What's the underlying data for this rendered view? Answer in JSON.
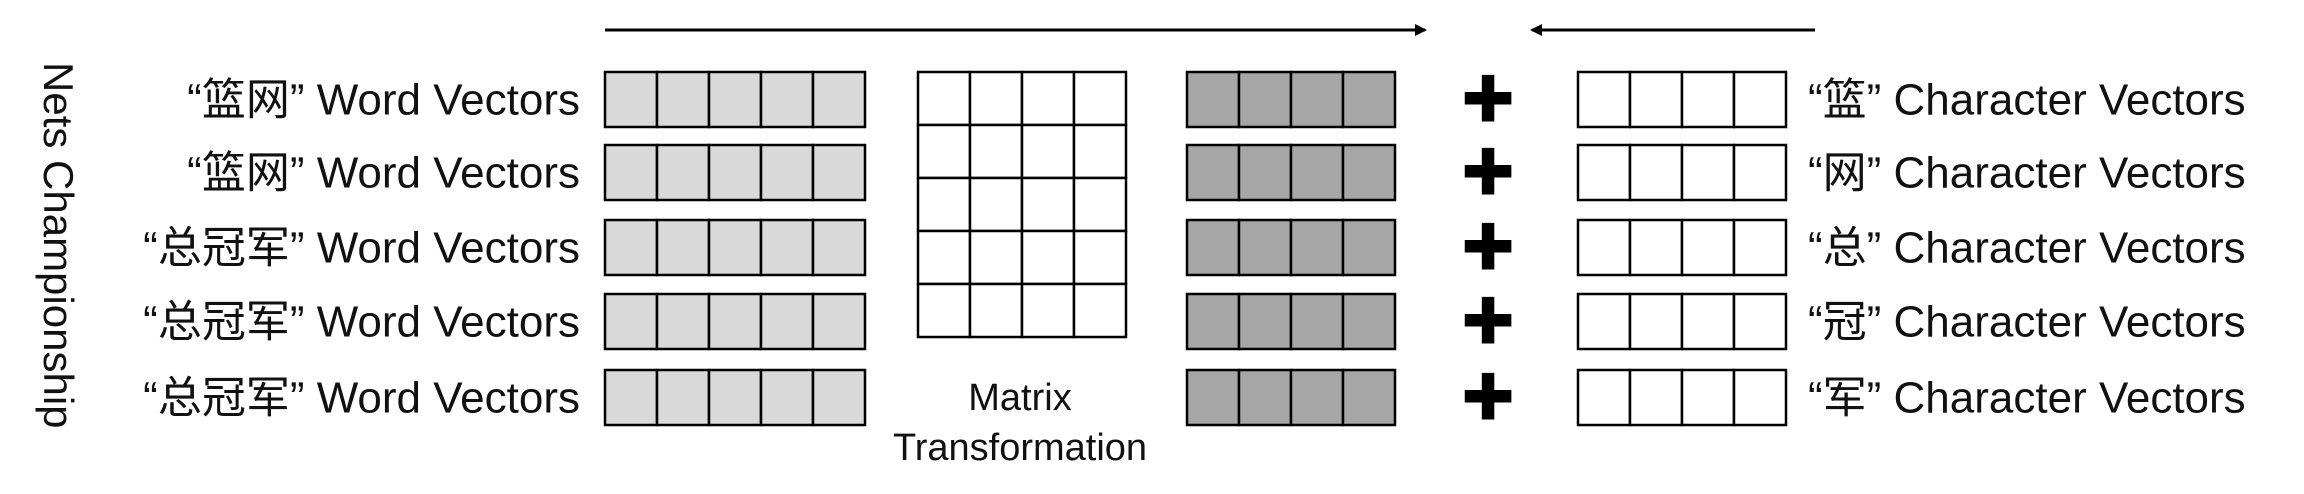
{
  "side_label": "Nets Championship",
  "rows": [
    {
      "word_label": "“篮网” Word Vectors",
      "char_label": "“篮” Character Vectors"
    },
    {
      "word_label": "“篮网” Word Vectors",
      "char_label": "“网” Character Vectors"
    },
    {
      "word_label": "“总冠军” Word Vectors",
      "char_label": "“总” Character Vectors"
    },
    {
      "word_label": "“总冠军” Word Vectors",
      "char_label": "“冠” Character Vectors"
    },
    {
      "word_label": "“总冠军” Word Vectors",
      "char_label": "“军” Character Vectors"
    }
  ],
  "plus_symbol": "✚",
  "matrix_label_line1": "Matrix",
  "matrix_label_line2": "Transformation",
  "colors": {
    "word_vector_fill": "#d9d9d9",
    "projected_vector_fill": "#a6a6a6",
    "matrix_fill": "#ffffff",
    "char_vector_fill": "#ffffff",
    "stroke": "#000000"
  },
  "arrows": {
    "top_left": "right",
    "top_right": "left"
  }
}
